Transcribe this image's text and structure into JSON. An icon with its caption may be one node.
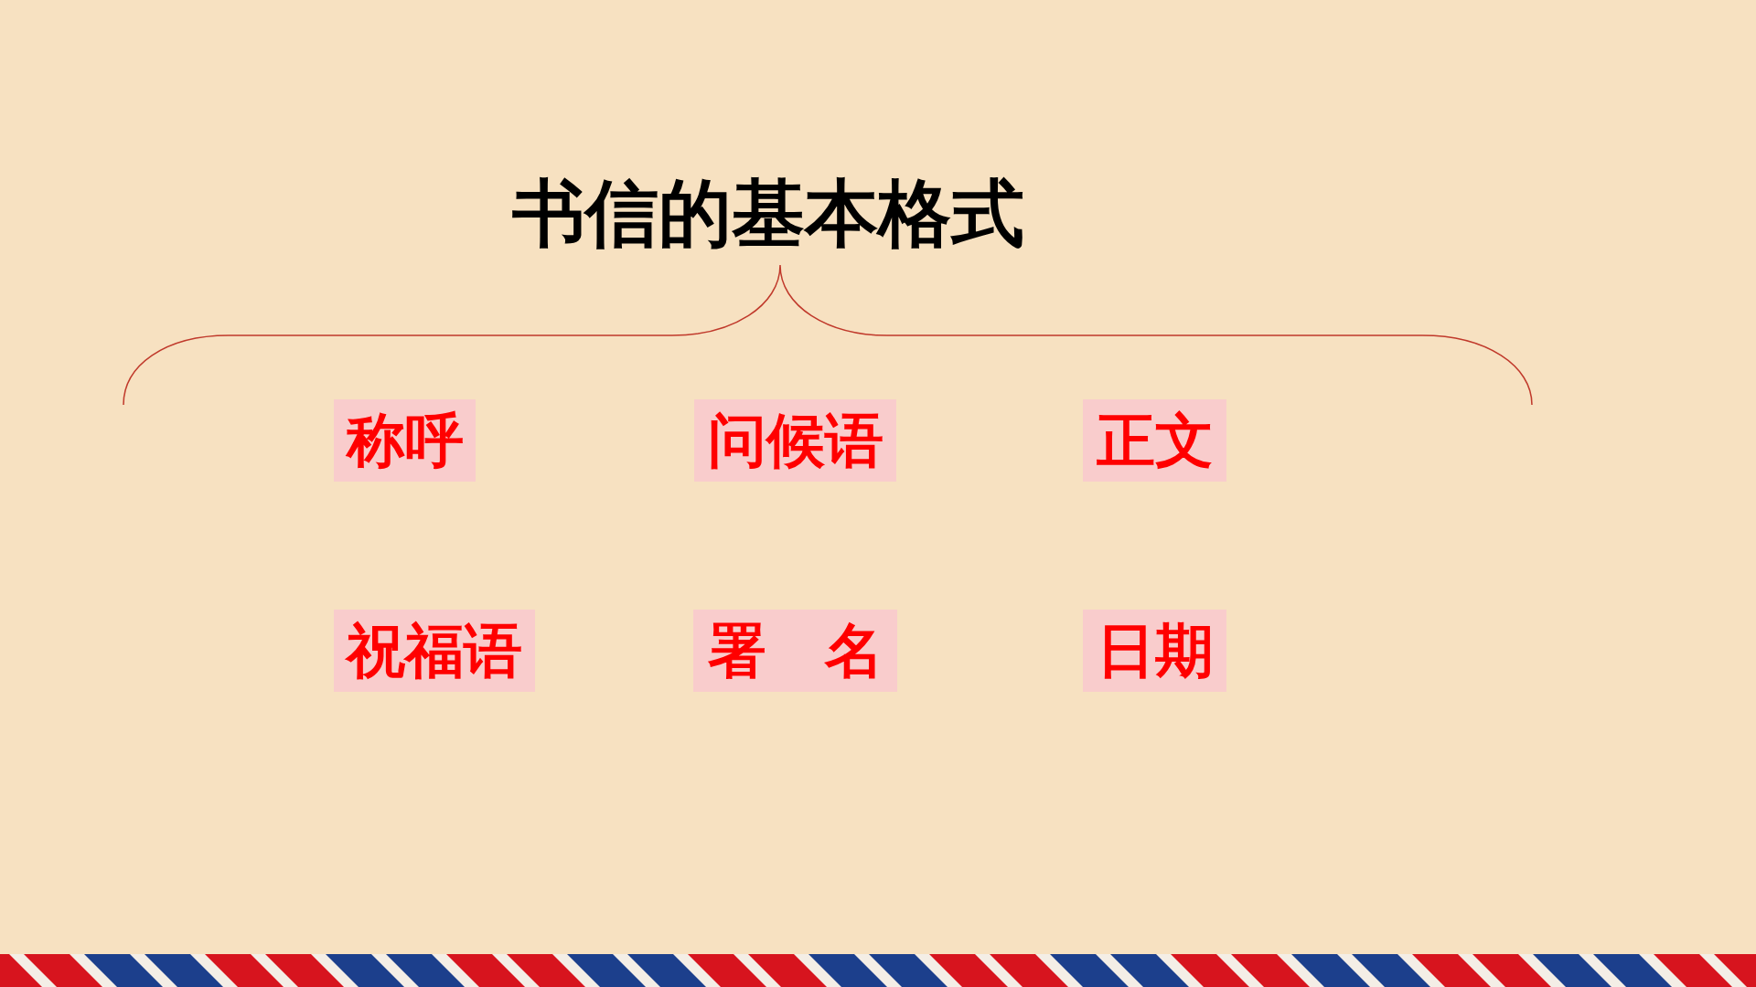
{
  "diagram": {
    "title": "书信的基本格式",
    "nodes": [
      {
        "text": [
          "称呼"
        ]
      },
      {
        "text": [
          "问候语"
        ]
      },
      {
        "text": [
          "正文"
        ]
      },
      {
        "text": [
          "祝福语"
        ]
      },
      {
        "text": [
          "署　名"
        ]
      },
      {
        "text": [
          "日期"
        ]
      }
    ]
  }
}
